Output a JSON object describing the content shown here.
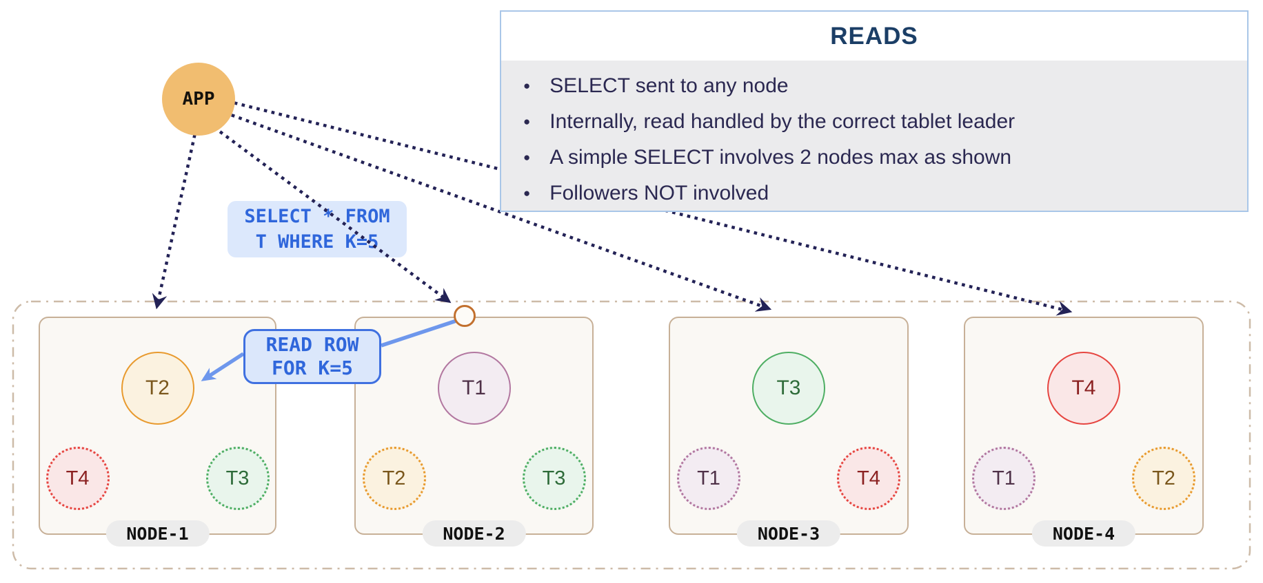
{
  "panel": {
    "title": "READS",
    "bullets": [
      "SELECT sent to any node",
      "Internally, read handled by the correct tablet leader",
      "A simple SELECT involves 2 nodes max as shown",
      "Followers NOT involved"
    ]
  },
  "app": {
    "label": "APP"
  },
  "queries": {
    "select_line1": "SELECT * FROM",
    "select_line2": "T WHERE K=5",
    "read_row_line1": "READ ROW",
    "read_row_line2": "FOR K=5"
  },
  "nodes": [
    {
      "name": "NODE-1",
      "leader": {
        "label": "T2",
        "color": "#E89A2E"
      },
      "followers": [
        {
          "label": "T4",
          "color": "#E64540"
        },
        {
          "label": "T3",
          "color": "#4EAE63"
        }
      ]
    },
    {
      "name": "NODE-2",
      "leader": {
        "label": "T1",
        "color": "#B277A0"
      },
      "followers": [
        {
          "label": "T2",
          "color": "#E89A2E"
        },
        {
          "label": "T3",
          "color": "#4EAE63"
        }
      ]
    },
    {
      "name": "NODE-3",
      "leader": {
        "label": "T3",
        "color": "#4EAE63"
      },
      "followers": [
        {
          "label": "T1",
          "color": "#B277A0"
        },
        {
          "label": "T4",
          "color": "#E64540"
        }
      ]
    },
    {
      "name": "NODE-4",
      "leader": {
        "label": "T4",
        "color": "#E64540"
      },
      "followers": [
        {
          "label": "T1",
          "color": "#B277A0"
        },
        {
          "label": "T2",
          "color": "#E89A2E"
        }
      ]
    }
  ],
  "colors": {
    "app_fill": "#F1BD70",
    "arrow_navy": "#232256",
    "query_blue": "#2F66DB",
    "query_bg": "#DCE8FC",
    "panel_border": "#A9C6E8",
    "panel_body_bg": "#EBEBED",
    "panel_title": "#1B3E66",
    "node_border": "#C7B097",
    "node_fill": "#FAF8F4",
    "cluster_border": "#CDBBA8",
    "blue_connector": "#6E97EC",
    "hop_circle_border": "#C2702E"
  }
}
